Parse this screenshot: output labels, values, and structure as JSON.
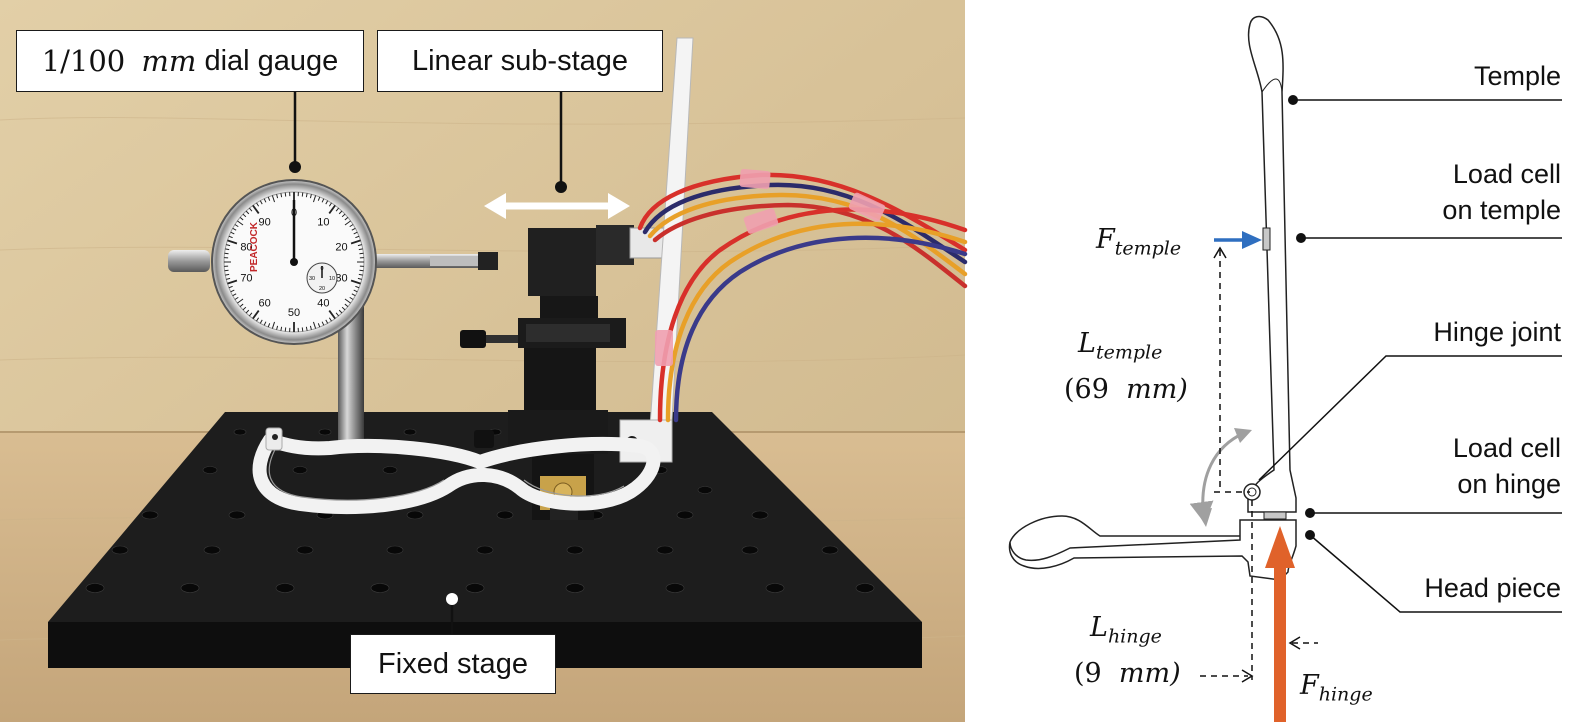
{
  "photo_labels": {
    "dial_gauge_value": "1/100",
    "dial_gauge_unit": "mm",
    "dial_gauge_text": "dial gauge",
    "linear_sub_stage": "Linear sub-stage",
    "fixed_stage": "Fixed stage"
  },
  "gauge": {
    "brand": "PEACOCK",
    "ticks": [
      "0",
      "10",
      "20",
      "30",
      "40",
      "50",
      "60",
      "70",
      "80",
      "90"
    ],
    "small_ticks": [
      "0",
      "10",
      "20",
      "30"
    ]
  },
  "diagram_labels": {
    "temple": "Temple",
    "load_cell_temple_line1": "Load cell",
    "load_cell_temple_line2": "on temple",
    "hinge_joint": "Hinge joint",
    "load_cell_hinge_line1": "Load cell",
    "load_cell_hinge_line2": "on hinge",
    "head_piece": "Head piece"
  },
  "math_labels": {
    "f_temple_symbol": "F",
    "f_temple_sub": "temple",
    "l_temple_symbol": "L",
    "l_temple_sub": "temple",
    "l_temple_value": "(69",
    "l_temple_unit": "mm)",
    "l_hinge_symbol": "L",
    "l_hinge_sub": "hinge",
    "l_hinge_value": "(9",
    "l_hinge_unit": "mm)",
    "f_hinge_symbol": "F",
    "f_hinge_sub": "hinge"
  },
  "colors": {
    "wall": "#d9c49b",
    "table": "#cfb48a",
    "stage": "#1c1c1c",
    "frame": "#f2f2f2",
    "f_temple_arrow": "#2f6fc0",
    "f_hinge_arrow": "#e0622a",
    "rotation_arrow": "#a0a0a0"
  }
}
